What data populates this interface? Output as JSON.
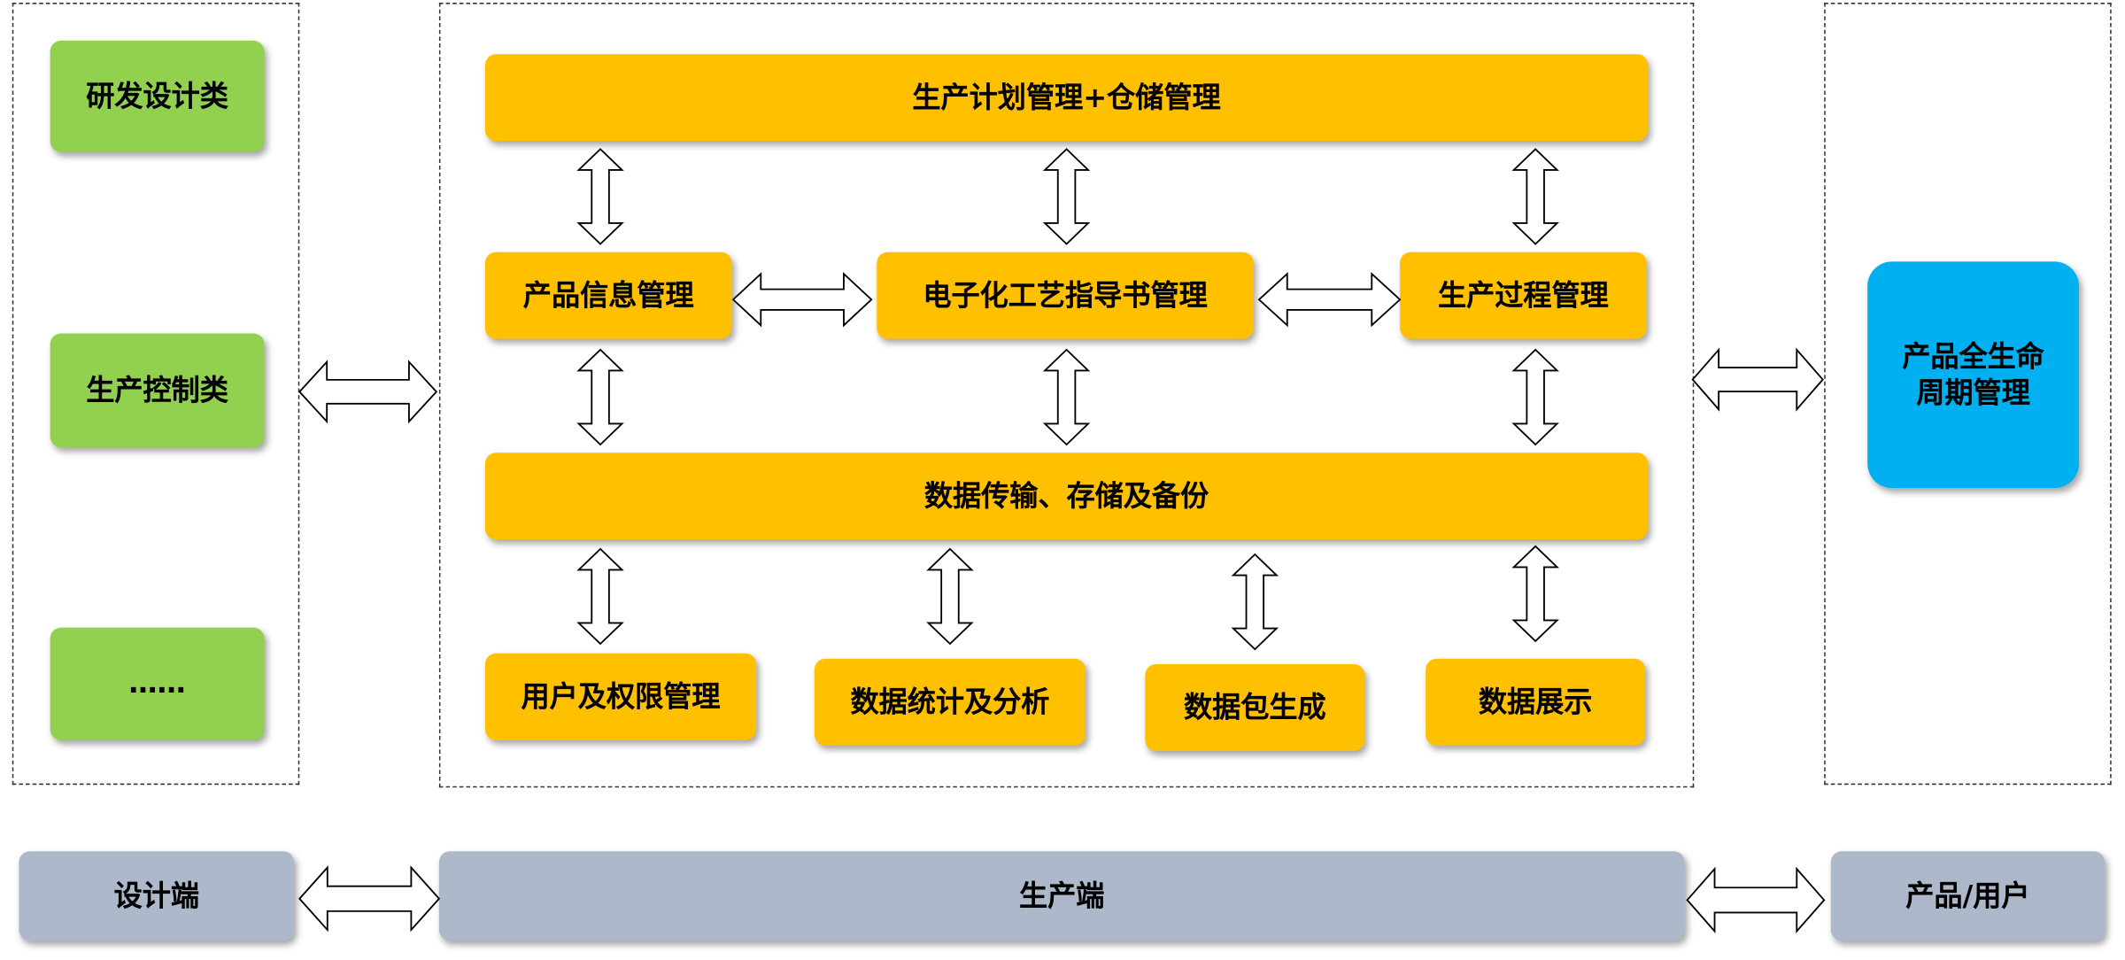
{
  "left_group": {
    "items": [
      "研发设计类",
      "生产控制类",
      "……"
    ]
  },
  "center_group": {
    "top_bar": "生产计划管理+仓储管理",
    "middle_row": [
      "产品信息管理",
      "电子化工艺指导书管理",
      "生产过程管理"
    ],
    "data_bar": "数据传输、存储及备份",
    "bottom_row": [
      "用户及权限管理",
      "数据统计及分析",
      "数据包生成",
      "数据展示"
    ]
  },
  "right_group": {
    "lifecycle": "产品全生命\n周期管理"
  },
  "footer": {
    "design": "设计端",
    "production": "生产端",
    "product_user": "产品/用户"
  },
  "colors": {
    "green": "#92d050",
    "gold": "#ffc000",
    "blue": "#00b0f0",
    "gray": "#adb9ca"
  }
}
